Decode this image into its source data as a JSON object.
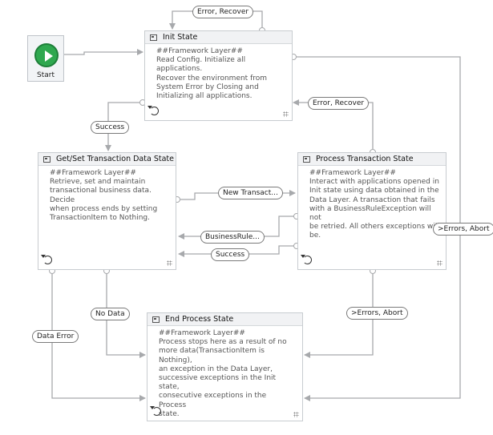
{
  "start": {
    "label": "Start"
  },
  "states": {
    "init": {
      "title": "Init State",
      "body": "##Framework Layer##\nRead Config. Initialize all applications.\nRecover the environment from\nSystem Error by Closing and\nInitializing all applications."
    },
    "get_set": {
      "title": "Get/Set Transaction Data State",
      "body": "##Framework Layer##\nRetrieve, set and maintain\ntransactional business data. Decide\nwhen process ends by setting\nTransactionItem to Nothing."
    },
    "process": {
      "title": "Process Transaction State",
      "body": "##Framework Layer##\nInteract with applications opened in\nInit state using data obtained in the\nData Layer. A transaction that fails\nwith a BusinessRuleException will not\nbe retried. All others exceptions will\nbe."
    },
    "end": {
      "title": "End Process State",
      "body": "##Framework Layer##\nProcess stops here as a result of no\nmore data(TransactionItem is Nothing),\nan exception in the Data Layer,\nsuccessive exceptions in the Init state,\nconsecutive exceptions in the Process\nstate."
    }
  },
  "transitions": {
    "error_recover_top": "Error, Recover",
    "error_recover_right": "Error, Recover",
    "success_init": "Success",
    "new_transaction": "New Transact...",
    "business_rule": "BusinessRule...",
    "success_process": "Success",
    "errors_abort_right": ">Errors, Abort",
    "errors_abort_process": ">Errors, Abort",
    "no_data": "No Data",
    "data_error": "Data Error"
  },
  "colors": {
    "wire": "#a7a9ac",
    "start_green": "#2fa84f",
    "header_bg": "#f1f2f4"
  }
}
